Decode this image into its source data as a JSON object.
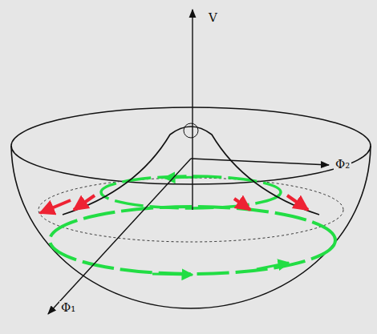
{
  "diagram": {
    "labels": [
      "V",
      "Φ₂",
      "Φ₁"
    ]
  }
}
